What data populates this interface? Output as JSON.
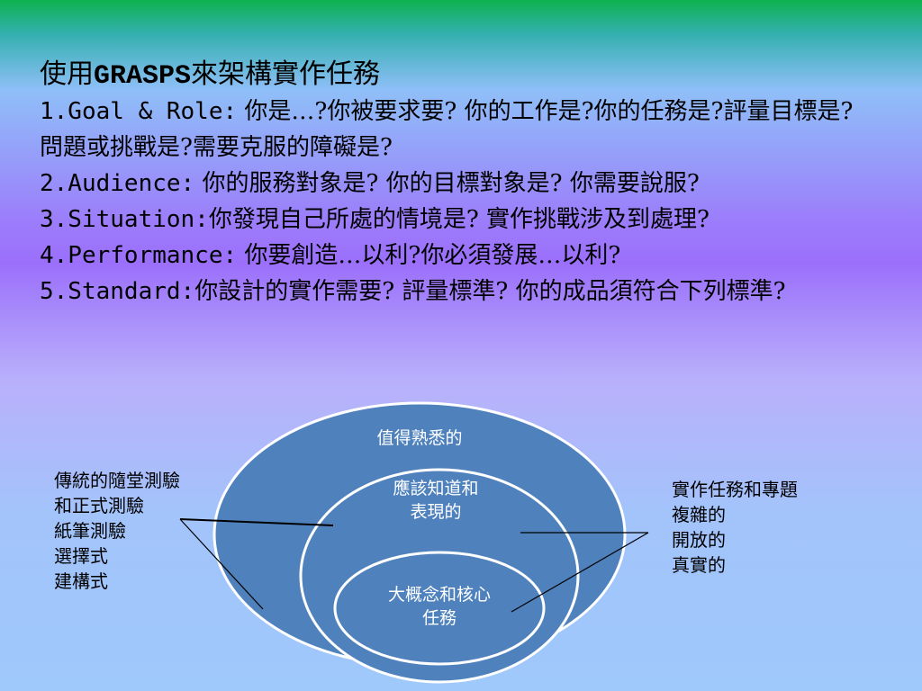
{
  "slide": {
    "title_prefix": "使用",
    "title_keyword": "GRASPS",
    "title_suffix": "來架構實作任務",
    "items": [
      {
        "head": "1.Goal & Role:",
        "text": " 你是…?你被要求要? 你的工作是?你的任務是?評量目標是? 問題或挑戰是?需要克服的障礙是?"
      },
      {
        "head": "2.Audience:",
        "text": " 你的服務對象是? 你的目標對象是? 你需要說服?"
      },
      {
        "head": "3.Situation:",
        "text": "你發現自己所處的情境是? 實作挑戰涉及到處理?"
      },
      {
        "head": "4.Performance:",
        "text": " 你要創造…以利?你必須發展…以利?"
      },
      {
        "head": "5.Standard:",
        "text": "你設計的實作需要? 評量標準? 你的成品須符合下列標準?"
      }
    ]
  },
  "diagram": {
    "outer_label": "值得熟悉的",
    "middle_label": [
      "應該知道和",
      "表現的"
    ],
    "inner_label": [
      "大概念和核心",
      "任務"
    ],
    "left_notes": [
      "傳統的隨堂測驗",
      "和正式測驗",
      "紙筆測驗",
      "選擇式",
      "建構式"
    ],
    "right_notes": [
      "實作任務和專題",
      "複雜的",
      "開放的",
      "真實的"
    ],
    "colors": {
      "fill": "#4f81bd",
      "ring": "#ffffff"
    }
  }
}
